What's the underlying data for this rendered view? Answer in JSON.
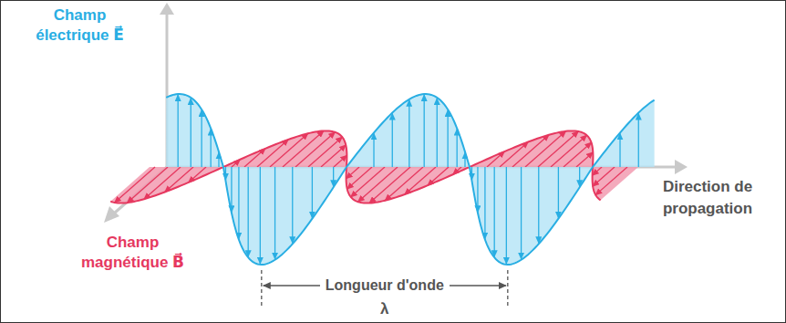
{
  "diagram": {
    "labels": [
      "Champ électrique E⃗",
      "Champ magnétique B⃗",
      "Direction de propagation",
      "Longueur d'onde",
      "λ"
    ]
  }
}
